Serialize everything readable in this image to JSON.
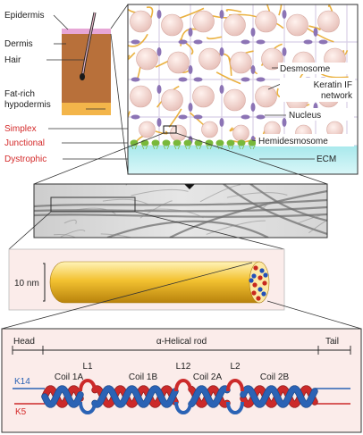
{
  "skin_labels": {
    "epidermis": "Epidermis",
    "dermis": "Dermis",
    "hair": "Hair",
    "hypodermis_line1": "Fat-rich",
    "hypodermis_line2": "hypodermis"
  },
  "disease_labels": {
    "simplex": "Simplex",
    "junctional": "Junctional",
    "dystrophic": "Dystrophic"
  },
  "cell_labels": {
    "desmosome": "Desmosome",
    "keratin_line1": "Keratin IF",
    "keratin_line2": "network",
    "nucleus": "Nucleus",
    "hemidesmosome": "Hemidesmosome",
    "ecm": "ECM"
  },
  "filament": {
    "size": "10 nm"
  },
  "domains": {
    "head": "Head",
    "rod": "α-Helical rod",
    "tail": "Tail",
    "coil_1a": "Coil 1A",
    "l1": "L1",
    "coil_1b": "Coil 1B",
    "l12": "L12",
    "coil_2a": "Coil 2A",
    "l2": "L2",
    "coil_2b": "Coil 2B",
    "k14": "K14",
    "k5": "K5"
  },
  "colors": {
    "red_label": "#d42a2a",
    "k14_blue": "#2b63b5",
    "k5_red": "#cc2a2a",
    "keratin_network": "#e8a92a",
    "desmosome": "#8c74b5",
    "hemidesmosome": "#79b83a",
    "ecm": "#bfeef0",
    "dermis": "#b8703a",
    "hypodermis": "#f3b54a",
    "filament_gold": "#f0be2c"
  }
}
